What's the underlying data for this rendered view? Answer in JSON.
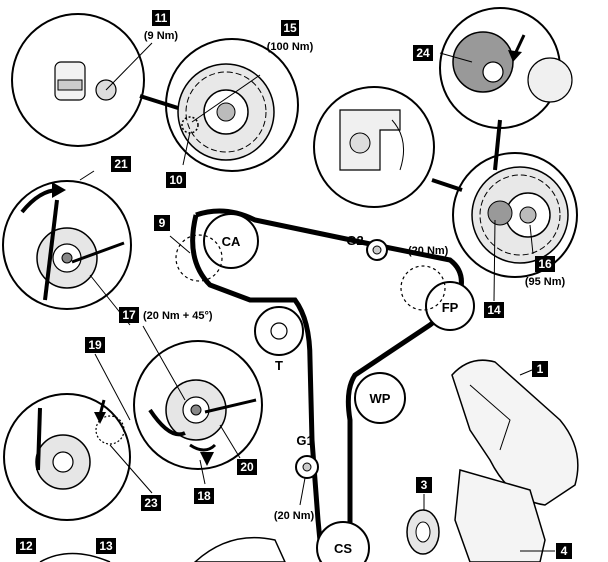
{
  "callouts": {
    "c1": "1",
    "c3": "3",
    "c4": "4",
    "c9": "9",
    "c10": "10",
    "c11": "11",
    "c12": "12",
    "c13": "13",
    "c14": "14",
    "c15": "15",
    "c16": "16",
    "c17": "17",
    "c18": "18",
    "c19": "19",
    "c20": "20",
    "c21": "21",
    "c23": "23",
    "c24": "24"
  },
  "torques": {
    "t11": "(9 Nm)",
    "t15": "(100 Nm)",
    "t16": "(95 Nm)",
    "t17": "(20 Nm + 45°)",
    "tG2": "(20 Nm)",
    "tG1": "(20 Nm)"
  },
  "pulleys": {
    "ca": "CA",
    "fp": "FP",
    "t": "T",
    "wp": "WP",
    "cs": "CS",
    "g1": "G1",
    "g2": "G2"
  }
}
